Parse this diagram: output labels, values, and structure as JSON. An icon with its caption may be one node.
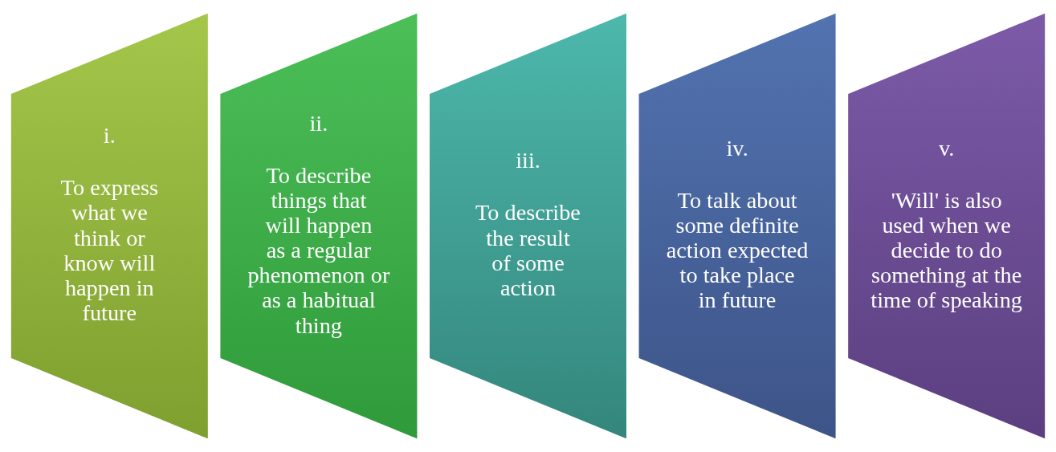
{
  "diagram": {
    "nodes": [
      {
        "text": [
          "i.",
          "To express what we think or know will happen in future"
        ]
      },
      {
        "text": [
          "ii.",
          "To describe things that will happen as a regular phenomenon or as a habitual thing"
        ]
      },
      {
        "text": [
          "iii.",
          "To describe the result of some action"
        ]
      },
      {
        "text": [
          "iv.",
          "To talk about some definite action expected to take place in future"
        ]
      },
      {
        "text": [
          "v.",
          "'Will' is also used when we decide to do something at the time of speaking"
        ]
      }
    ]
  }
}
